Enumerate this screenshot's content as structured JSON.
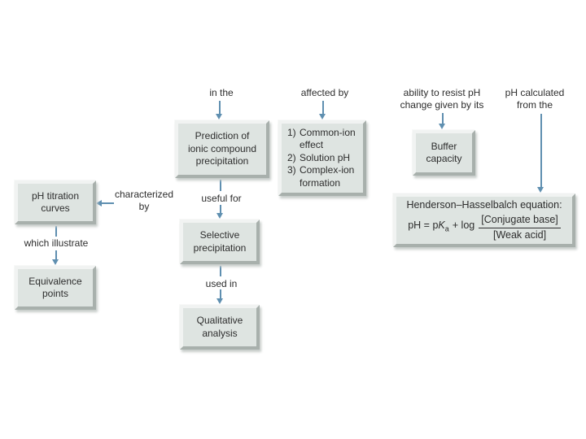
{
  "colors": {
    "arrow": "#5f8fb0",
    "box_fill": "#dee4e1",
    "bevel_light": "#f1f3f2",
    "bevel_dark": "#a8b0ac",
    "box_shadow": "#c6ccc9",
    "text": "#2d2d2d",
    "bg": "#ffffff"
  },
  "labels": {
    "in_the": "in the",
    "affected_by": "affected by",
    "ability": {
      "line1": "ability to resist pH",
      "line2": "change given by its"
    },
    "ph_calculated": {
      "line1": "pH calculated",
      "line2": "from the"
    },
    "characterized": {
      "line1": "characterized",
      "line2": "by"
    },
    "useful_for": "useful for",
    "which_illustrate": "which illustrate",
    "used_in": "used in"
  },
  "boxes": {
    "prediction": {
      "lines": [
        "Prediction of",
        "ionic compound",
        "precipitation"
      ]
    },
    "factors": {
      "items": [
        {
          "num": "1)",
          "lines": [
            "Common-ion",
            "effect"
          ]
        },
        {
          "num": "2)",
          "lines": [
            "Solution pH"
          ]
        },
        {
          "num": "3)",
          "lines": [
            "Complex-ion",
            "formation"
          ]
        }
      ]
    },
    "buffer": {
      "lines": [
        "Buffer",
        "capacity"
      ]
    },
    "ph_titration": {
      "lines": [
        "pH titration",
        "curves"
      ]
    },
    "equivalence": {
      "lines": [
        "Equivalence",
        "points"
      ]
    },
    "selective": {
      "lines": [
        "Selective",
        "precipitation"
      ]
    },
    "qualitative": {
      "lines": [
        "Qualitative",
        "analysis"
      ]
    },
    "henderson": {
      "title": "Henderson–Hasselbalch equation:",
      "eq_lhs": "pH = p",
      "eq_var": "K",
      "eq_sub": "a",
      "eq_op": "+ log",
      "numerator": "[Conjugate base]",
      "denominator": "[Weak acid]"
    }
  }
}
